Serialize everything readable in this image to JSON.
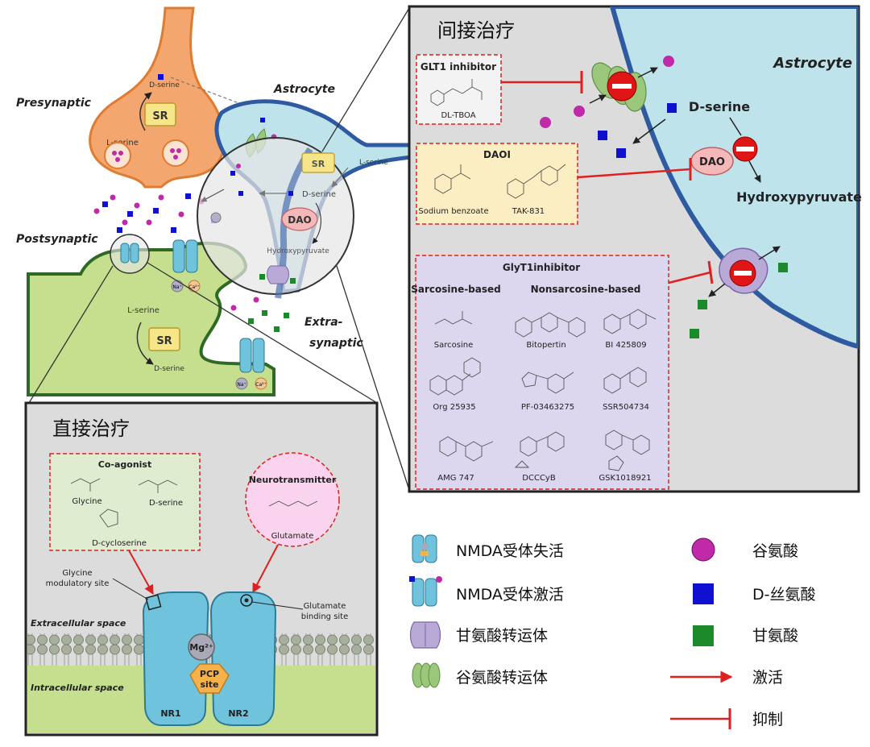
{
  "overview": {
    "presynaptic": "Presynaptic",
    "postsynaptic": "Postsynaptic",
    "astrocyte": "Astrocyte",
    "extra1": "Extra-",
    "extra2": "synaptic",
    "sr": "SR",
    "d_serine": "D-serine",
    "l_serine": "L-serine",
    "dao": "DAO",
    "hydroxypyruvate": "Hydroxypyruvate",
    "na": "Na⁺",
    "ca": "Ca²⁺"
  },
  "indirect": {
    "title": "间接治疗",
    "astrocyte": "Astrocyte",
    "d_serine": "D-serine",
    "dao": "DAO",
    "hydroxypyruvate": "Hydroxypyruvate",
    "glt1_title": "GLT1 inhibitor",
    "glt1_drug": "DL-TBOA",
    "daoi_title": "DAOI",
    "daoi_drug1": "Sodium benzoate",
    "daoi_drug2": "TAK-831",
    "glyt1_title": "GlyT1inhibitor",
    "sarcosine_based": "Sarcosine-based",
    "nonsarcosine_based": "Nonsarcosine-based",
    "drugs": [
      "Sarcosine",
      "Bitopertin",
      "BI 425809",
      "Org 25935",
      "PF-03463275",
      "SSR504734",
      "AMG 747",
      "DCCCyB",
      "GSK1018921"
    ]
  },
  "direct": {
    "title": "直接治疗",
    "coagonist_title": "Co-agonist",
    "glycine": "Glycine",
    "d_serine": "D-serine",
    "d_cycloserine": "D-cycloserine",
    "neurotransmitter_title": "Neurotransmitter",
    "glutamate": "Glutamate",
    "glycine_site1": "Glycine",
    "glycine_site2": "modulatory site",
    "glutamate_site1": "Glutamate",
    "glutamate_site2": "binding site",
    "extracellular": "Extracellular space",
    "intracellular": "Intracellular space",
    "mg": "Mg²⁺",
    "pcp1": "PCP",
    "pcp2": "site",
    "nr1": "NR1",
    "nr2": "NR2"
  },
  "legend": {
    "nmda_inactive": "NMDA受体失活",
    "nmda_active": "NMDA受体激活",
    "glycine_transporter": "甘氨酸转运体",
    "glutamate_transporter": "谷氨酸转运体",
    "glutamate": "谷氨酸",
    "d_serine": "D-丝氨酸",
    "glycine": "甘氨酸",
    "activate": "激活",
    "inhibit": "抑制"
  },
  "colors": {
    "glutamate": "#c02aa8",
    "d_serine": "#1010d0",
    "glycine": "#1a8a2a",
    "inhibit_red": "#e02020",
    "astrocyte_fill": "#bfe3ea",
    "presynaptic_fill": "#f3a66e",
    "postsynaptic_fill": "#c6df8e"
  }
}
